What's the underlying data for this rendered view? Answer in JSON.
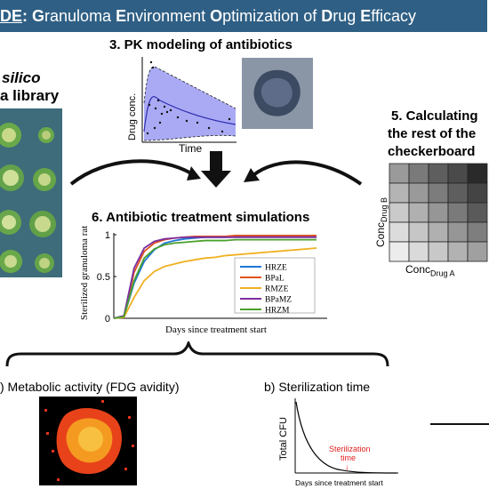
{
  "banner": {
    "prefix": "DE",
    "colon": ": ",
    "words": [
      {
        "initial": "G",
        "rest": "ranuloma "
      },
      {
        "initial": "E",
        "rest": "nvironment "
      },
      {
        "initial": "O",
        "rest": "ptimization of "
      },
      {
        "initial": "D",
        "rest": "rug "
      },
      {
        "initial": "E",
        "rest": "fficacy"
      }
    ],
    "bg_color": "#2f5f84"
  },
  "section_left": {
    "line1": "silico",
    "line2": "a library"
  },
  "section_pk": {
    "title": "3. PK modeling of antibiotics",
    "ylabel": "Drug conc.",
    "xlabel": "Time"
  },
  "section_checkerboard": {
    "line1": "5. Calculating",
    "line2": "the rest of the",
    "line3": "checkerboard",
    "ylabel_main": "Conc",
    "ylabel_sub": "Drug B",
    "xlabel_main": "Conc",
    "xlabel_sub": "Drug A"
  },
  "section_sim": {
    "title": "6. Antibiotic treatment simulations"
  },
  "bottom_a": {
    "title": ") Metabolic activity (FDG avidity)"
  },
  "bottom_b": {
    "title": "b) Sterilization time",
    "ylabel": "Total CFU",
    "xlabel": "Days since treatment start",
    "annotation_line1": "Sterilization",
    "annotation_line2": "time",
    "annotation_arrow": "↓"
  },
  "chart_data": {
    "type": "line",
    "xlabel": "Days since treatment start",
    "ylabel": "Sterilized granuloma ratio",
    "ylim": [
      0,
      1
    ],
    "yticks": [
      "0",
      "0.5",
      "1"
    ],
    "legend_position": "right",
    "x": [
      0,
      1,
      2,
      3,
      4,
      5,
      6,
      7,
      8,
      9,
      10,
      11,
      12,
      13,
      14,
      15,
      16,
      17,
      18,
      19,
      20
    ],
    "series": [
      {
        "name": "HRZE",
        "color": "#1f77d4",
        "values": [
          0,
          0.02,
          0.42,
          0.68,
          0.82,
          0.9,
          0.93,
          0.95,
          0.96,
          0.97,
          0.97,
          0.97,
          0.98,
          0.98,
          0.98,
          0.98,
          0.98,
          0.98,
          0.98,
          0.98,
          0.98
        ]
      },
      {
        "name": "BPaL",
        "color": "#e0531f",
        "values": [
          0,
          0.02,
          0.55,
          0.8,
          0.9,
          0.94,
          0.96,
          0.97,
          0.98,
          0.98,
          0.98,
          0.98,
          0.99,
          0.99,
          0.99,
          0.99,
          0.99,
          0.99,
          0.99,
          0.99,
          0.99
        ]
      },
      {
        "name": "RMZE",
        "color": "#f0b020",
        "values": [
          0,
          0.01,
          0.25,
          0.45,
          0.56,
          0.62,
          0.65,
          0.68,
          0.7,
          0.72,
          0.73,
          0.75,
          0.76,
          0.77,
          0.78,
          0.79,
          0.8,
          0.81,
          0.82,
          0.83,
          0.84
        ]
      },
      {
        "name": "BPaMZ",
        "color": "#7b2fa0",
        "values": [
          0,
          0.03,
          0.6,
          0.84,
          0.92,
          0.95,
          0.96,
          0.97,
          0.97,
          0.97,
          0.97,
          0.97,
          0.97,
          0.97,
          0.97,
          0.97,
          0.97,
          0.97,
          0.97,
          0.97,
          0.97
        ]
      },
      {
        "name": "HRZM",
        "color": "#4aa02c",
        "values": [
          0,
          0.02,
          0.45,
          0.72,
          0.83,
          0.88,
          0.9,
          0.91,
          0.92,
          0.93,
          0.93,
          0.93,
          0.94,
          0.94,
          0.94,
          0.94,
          0.94,
          0.94,
          0.94,
          0.94,
          0.94
        ]
      }
    ]
  }
}
